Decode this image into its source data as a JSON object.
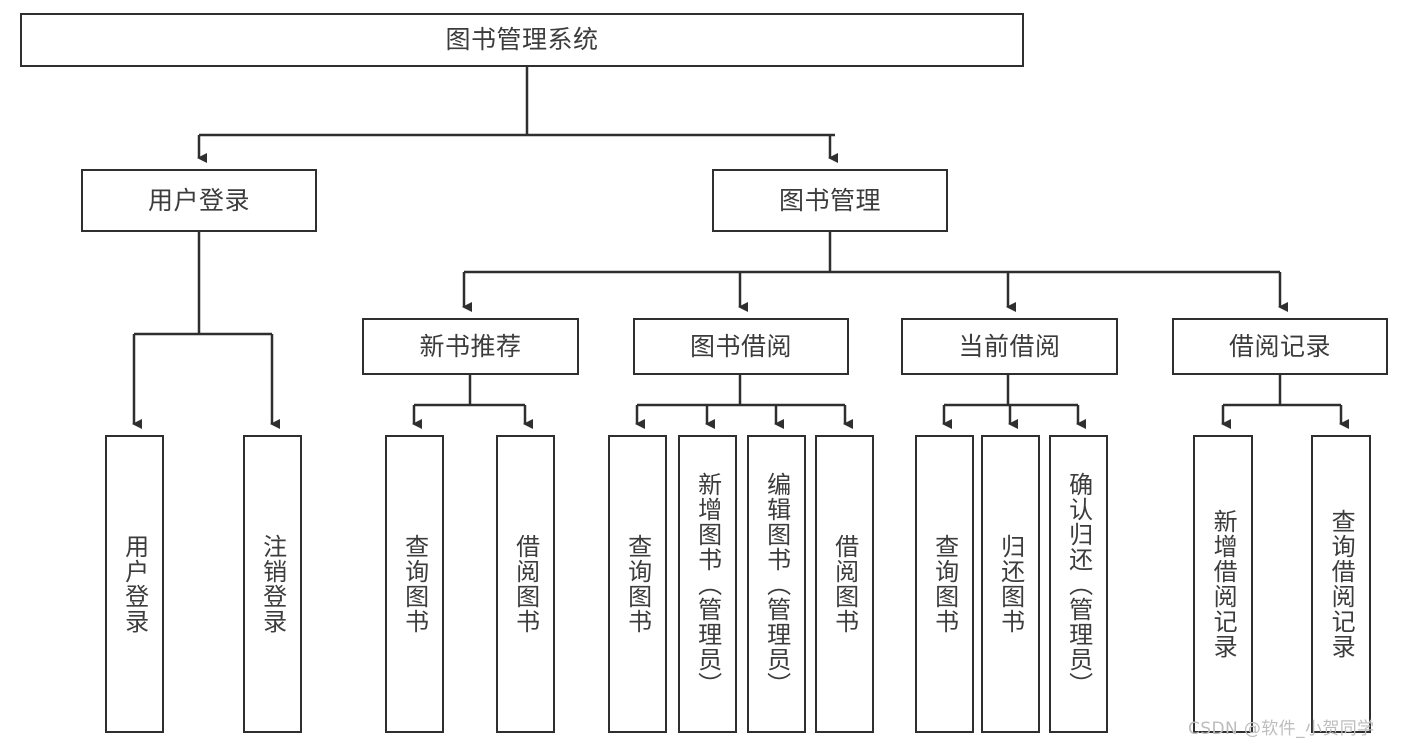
{
  "diagram": {
    "title_node": {
      "label": "图书管理系统"
    },
    "level2": [
      {
        "label": "用户登录"
      },
      {
        "label": "图书管理"
      }
    ],
    "level3": [
      {
        "label": "新书推荐"
      },
      {
        "label": "图书借阅"
      },
      {
        "label": "当前借阅"
      },
      {
        "label": "借阅记录"
      }
    ],
    "leaves": {
      "user_login": [
        {
          "label": "用户登录"
        },
        {
          "label": "注销登录"
        }
      ],
      "new_book_recommend": [
        {
          "label": "查询图书"
        },
        {
          "label": "借阅图书"
        }
      ],
      "book_borrow": [
        {
          "label": "查询图书"
        },
        {
          "label": "新增图书（管理员）"
        },
        {
          "label": "编辑图书（管理员）"
        },
        {
          "label": "借阅图书"
        }
      ],
      "current_borrow": [
        {
          "label": "查询图书"
        },
        {
          "label": "归还图书"
        },
        {
          "label": "确认归还（管理员）"
        }
      ],
      "borrow_record": [
        {
          "label": "新增借阅记录"
        },
        {
          "label": "查询借阅记录"
        }
      ]
    }
  },
  "watermark": {
    "text": "CSDN @软件_小贺同学"
  },
  "colors": {
    "stroke": "#2f2f2f",
    "text": "#3c3c3c",
    "background": "#ffffff",
    "watermark": "#bdbdbd"
  }
}
